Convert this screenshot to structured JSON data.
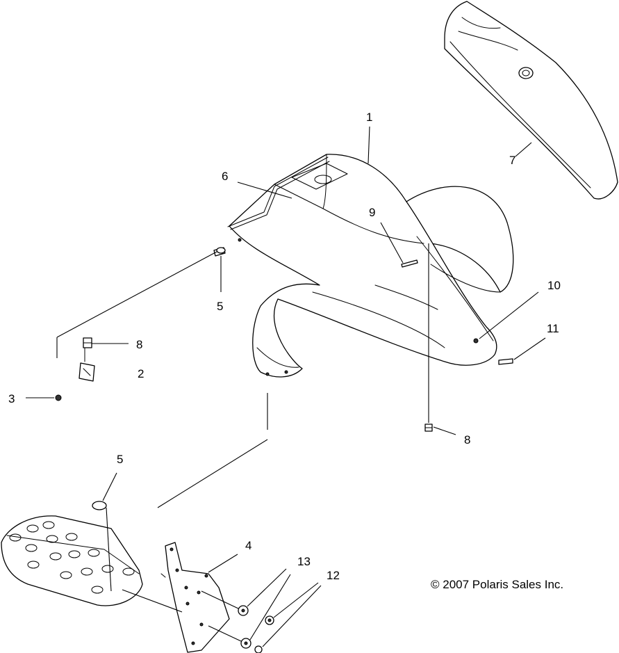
{
  "callouts": [
    {
      "id": "c1",
      "label": "1"
    },
    {
      "id": "c2",
      "label": "2"
    },
    {
      "id": "c3",
      "label": "3"
    },
    {
      "id": "c4",
      "label": "4"
    },
    {
      "id": "c5a",
      "label": "5"
    },
    {
      "id": "c5b",
      "label": "5"
    },
    {
      "id": "c6",
      "label": "6"
    },
    {
      "id": "c7",
      "label": "7"
    },
    {
      "id": "c8a",
      "label": "8"
    },
    {
      "id": "c8b",
      "label": "8"
    },
    {
      "id": "c9",
      "label": "9"
    },
    {
      "id": "c10",
      "label": "10"
    },
    {
      "id": "c11",
      "label": "11"
    },
    {
      "id": "c12",
      "label": "12"
    },
    {
      "id": "c13",
      "label": "13"
    }
  ],
  "copyright": "© 2007 Polaris Sales Inc."
}
